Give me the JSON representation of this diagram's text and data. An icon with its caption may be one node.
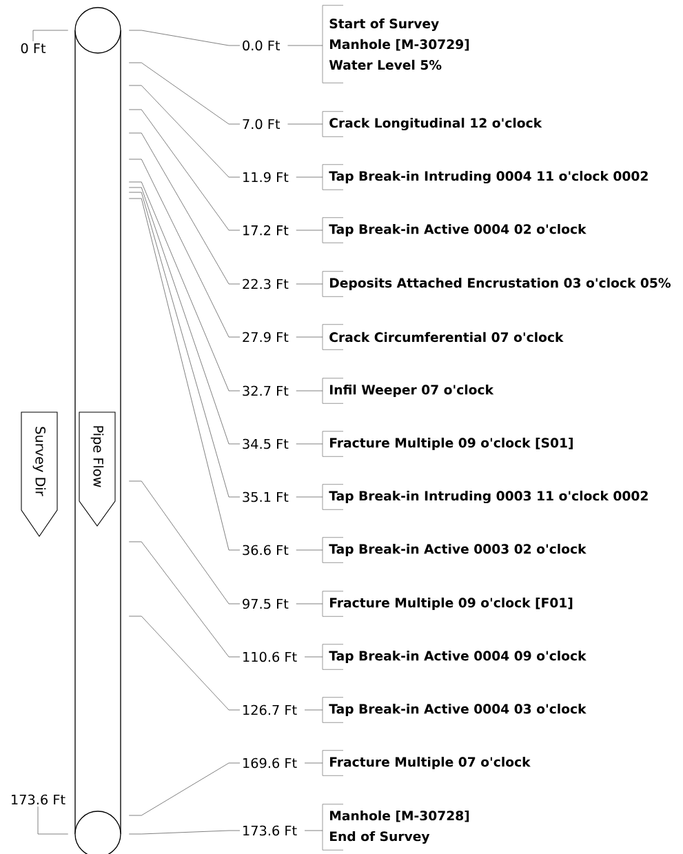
{
  "diagram": {
    "nodes": [
      {
        "text": [],
        "shape": "cylinder"
      },
      {
        "text": [
          "Survey Dir"
        ]
      },
      {
        "text": [
          "Pipe Flow"
        ],
        "in": 0
      },
      {
        "text": [
          "0 Ft"
        ]
      },
      {
        "text": [
          "173.6 Ft"
        ]
      },
      {
        "text": [
          "0.0 Ft"
        ]
      },
      {
        "text": [
          "Start of Survey",
          "Manhole [M-30729]",
          "Water Level 5%"
        ]
      },
      {
        "text": [
          "7.0 Ft"
        ]
      },
      {
        "text": [
          "Crack Longitudinal  12 o'clock"
        ]
      },
      {
        "text": [
          "11.9 Ft"
        ]
      },
      {
        "text": [
          "Tap Break-in Intruding 0004 11 o'clock 0002"
        ]
      },
      {
        "text": [
          "17.2 Ft"
        ]
      },
      {
        "text": [
          "Tap Break-in Active 0004 02 o'clock"
        ]
      },
      {
        "text": [
          "22.3 Ft"
        ]
      },
      {
        "text": [
          "Deposits Attached Encrustation 03 o'clock 05%"
        ]
      },
      {
        "text": [
          "27.9 Ft"
        ]
      },
      {
        "text": [
          "Crack Circumferential  07 o'clock"
        ]
      },
      {
        "text": [
          "32.7 Ft"
        ]
      },
      {
        "text": [
          "Infil Weeper 07 o'clock"
        ]
      },
      {
        "text": [
          "34.5 Ft"
        ]
      },
      {
        "text": [
          "Fracture Multiple  09 o'clock [S01]"
        ]
      },
      {
        "text": [
          "35.1 Ft"
        ]
      },
      {
        "text": [
          "Tap Break-in Intruding 0003 11 o'clock 0002"
        ]
      },
      {
        "text": [
          "36.6 Ft"
        ]
      },
      {
        "text": [
          "Tap Break-in Active 0003 02 o'clock"
        ]
      },
      {
        "text": [
          "97.5 Ft"
        ]
      },
      {
        "text": [
          "Fracture Multiple  09 o'clock [F01]"
        ]
      },
      {
        "text": [
          "110.6 Ft"
        ]
      },
      {
        "text": [
          "Tap Break-in Active 0004 09 o'clock"
        ]
      },
      {
        "text": [
          "126.7 Ft"
        ]
      },
      {
        "text": [
          "Tap Break-in Active 0004 03 o'clock"
        ]
      },
      {
        "text": [
          "169.6 Ft"
        ]
      },
      {
        "text": [
          "Fracture Multiple  07 o'clock"
        ]
      },
      {
        "text": [
          "173.6 Ft"
        ]
      },
      {
        "text": [
          "Manhole [M-30728]",
          "End of Survey"
        ]
      }
    ],
    "edges": [
      {
        "from": 3,
        "to": 0,
        "arrow": "none"
      },
      {
        "from": 4,
        "to": 0,
        "arrow": "none"
      },
      {
        "from": 0,
        "to": 5,
        "arrow": "none"
      },
      {
        "from": 5,
        "to": 6,
        "arrow": "none"
      },
      {
        "from": 0,
        "to": 7,
        "arrow": "none"
      },
      {
        "from": 7,
        "to": 8,
        "arrow": "none"
      },
      {
        "from": 0,
        "to": 9,
        "arrow": "none"
      },
      {
        "from": 9,
        "to": 10,
        "arrow": "none"
      },
      {
        "from": 0,
        "to": 11,
        "arrow": "none"
      },
      {
        "from": 11,
        "to": 12,
        "arrow": "none"
      },
      {
        "from": 0,
        "to": 13,
        "arrow": "none"
      },
      {
        "from": 13,
        "to": 14,
        "arrow": "none"
      },
      {
        "from": 0,
        "to": 15,
        "arrow": "none"
      },
      {
        "from": 15,
        "to": 16,
        "arrow": "none"
      },
      {
        "from": 0,
        "to": 17,
        "arrow": "none"
      },
      {
        "from": 17,
        "to": 18,
        "arrow": "none"
      },
      {
        "from": 0,
        "to": 19,
        "arrow": "none"
      },
      {
        "from": 19,
        "to": 20,
        "arrow": "none"
      },
      {
        "from": 0,
        "to": 21,
        "arrow": "none"
      },
      {
        "from": 21,
        "to": 22,
        "arrow": "none"
      },
      {
        "from": 0,
        "to": 23,
        "arrow": "none"
      },
      {
        "from": 23,
        "to": 24,
        "arrow": "none"
      },
      {
        "from": 0,
        "to": 25,
        "arrow": "none"
      },
      {
        "from": 25,
        "to": 26,
        "arrow": "none"
      },
      {
        "from": 0,
        "to": 27,
        "arrow": "none"
      },
      {
        "from": 27,
        "to": 28,
        "arrow": "none"
      },
      {
        "from": 0,
        "to": 29,
        "arrow": "none"
      },
      {
        "from": 29,
        "to": 30,
        "arrow": "none"
      },
      {
        "from": 0,
        "to": 31,
        "arrow": "none"
      },
      {
        "from": 31,
        "to": 32,
        "arrow": "none"
      },
      {
        "from": 0,
        "to": 33,
        "arrow": "none"
      },
      {
        "from": 33,
        "to": 34,
        "arrow": "none"
      }
    ]
  }
}
